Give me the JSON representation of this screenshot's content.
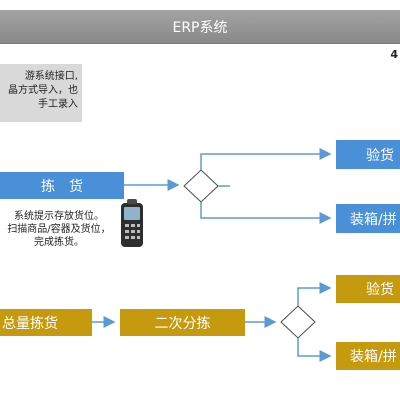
{
  "header": {
    "title": "ERP系统"
  },
  "corner_mark": "4",
  "note": {
    "lines": [
      "游系统接口,",
      "晶方式导入，也",
      "手工录入"
    ]
  },
  "flow_top": {
    "pick_label": "拣　货",
    "desc_lines": [
      "系统提示存放货位。",
      "扫描商品/容器及货位，",
      "完成拣货。"
    ],
    "out1_label": "验货",
    "out2_label": "装箱/拼"
  },
  "flow_bottom": {
    "bulk_label": "总量拣货",
    "sort_label": "二次分拣",
    "out1_label": "验货",
    "out2_label": "装箱/拼"
  },
  "colors": {
    "blue": "#4a90d9",
    "gold": "#c59a0e",
    "line_blue": "#5b9bd5",
    "header_gray": "#959595"
  }
}
